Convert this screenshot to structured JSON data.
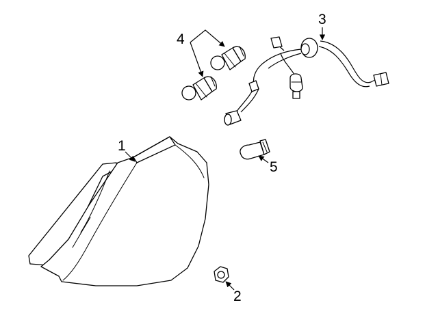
{
  "diagram": {
    "callouts": {
      "tail_lamp": "1",
      "nut": "2",
      "socket_harness": "3",
      "bulbs": "4",
      "side_bulb": "5"
    },
    "colors": {
      "line": "#000000",
      "background": "#ffffff"
    }
  }
}
